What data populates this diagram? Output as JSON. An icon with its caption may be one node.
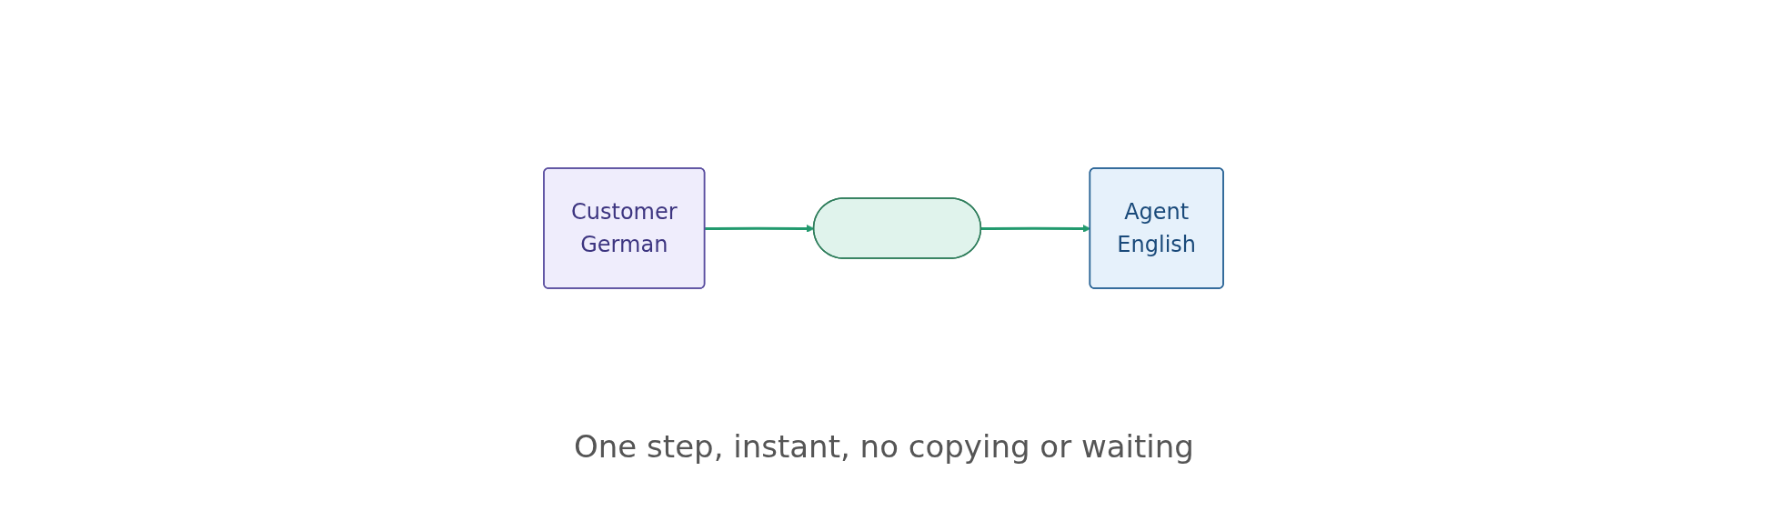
{
  "diagram": {
    "caption": "One step, instant, no copying or waiting",
    "nodes": [
      {
        "text": [
          "Customer",
          "German"
        ]
      },
      {
        "text": [],
        "shape": "stadium"
      },
      {
        "text": [
          "Agent",
          "English"
        ]
      }
    ],
    "edges": [
      {
        "from": 0,
        "to": 1,
        "arrow": "to"
      },
      {
        "from": 1,
        "to": 2,
        "arrow": "to"
      }
    ]
  }
}
